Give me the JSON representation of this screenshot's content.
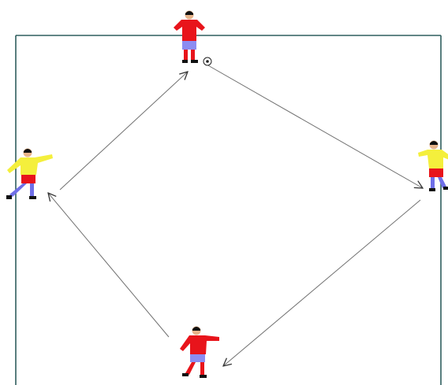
{
  "diagram": {
    "type": "soccer-passing-drill",
    "field": {
      "line_color": "#2f5e5e"
    },
    "arrow_color": "#707070",
    "players": [
      {
        "id": "top",
        "team": "red",
        "has_ball": true,
        "facing": "down"
      },
      {
        "id": "right",
        "team": "yellow",
        "has_ball": false,
        "facing": "left"
      },
      {
        "id": "bottom",
        "team": "red",
        "has_ball": false,
        "facing": "right"
      },
      {
        "id": "left",
        "team": "yellow",
        "has_ball": false,
        "facing": "right"
      }
    ],
    "passes": [
      {
        "from": "top",
        "to": "right"
      },
      {
        "from": "right",
        "to": "bottom"
      },
      {
        "from": "bottom",
        "to": "left"
      },
      {
        "from": "left",
        "to": "top"
      }
    ],
    "kit_colors": {
      "red": {
        "shirt": "#e8141b",
        "shorts": "#8c8cf2",
        "socks": "#e8141b"
      },
      "yellow": {
        "shirt": "#f4ef3c",
        "shorts": "#e8141b",
        "socks": "#6f6fe8"
      }
    }
  }
}
